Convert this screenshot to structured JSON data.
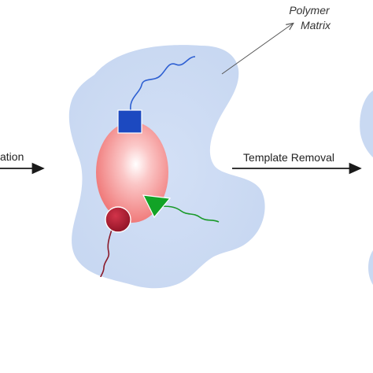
{
  "labels": {
    "polymer_line1": "Polymer",
    "polymer_line2": "Matrix",
    "left_arrow_text": "ation",
    "right_arrow_text": "Template Removal"
  },
  "colors": {
    "matrix_fill": "#c9d9f2",
    "matrix_glow": "#dfe9fa",
    "template_core": "#fbe0e0",
    "template_edge": "#f07070",
    "square_monomer": "#1c49c0",
    "triangle_monomer": "#12a326",
    "circle_monomer": "#a8192d",
    "tail_blue": "#2d5fd2",
    "tail_green": "#1a9a2a",
    "tail_red": "#8a1a2a",
    "arrow": "#1a1a1a",
    "pointer_line": "#555555"
  }
}
